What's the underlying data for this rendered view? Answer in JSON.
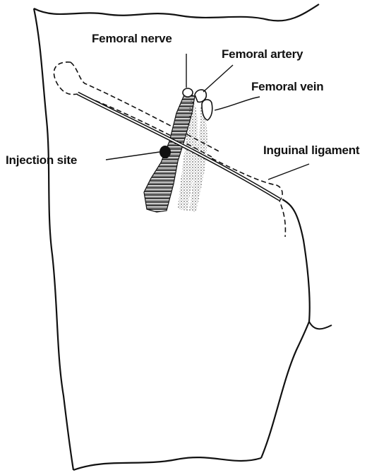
{
  "labels": {
    "femoral_nerve": "Femoral nerve",
    "femoral_artery": "Femoral artery",
    "femoral_vein": "Femoral vein",
    "inguinal_ligament": "Inguinal ligament",
    "injection_site": "Injection site"
  }
}
